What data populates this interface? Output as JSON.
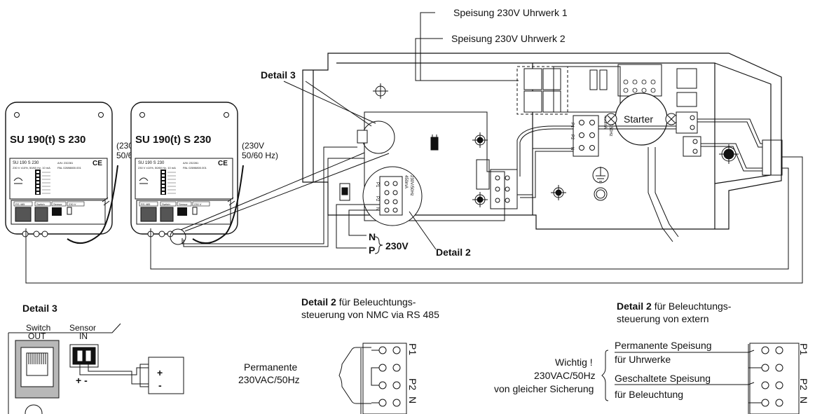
{
  "top_labels": {
    "supply_1": "Speisung 230V Uhrwerk 1",
    "supply_2": "Speisung 230V Uhrwerk 2"
  },
  "devices": [
    {
      "title": "SU 190(t) S 230",
      "plate_model": "SU 190 S 230",
      "plate_art": "A/N: 232281",
      "plate_spec": "230 V ±10%, 50/60 Hz, 10 mA",
      "plate_pal": "PAL 02698800.001",
      "ce": "CE",
      "ports": [
        "RS 485",
        "Switch",
        "Sensor",
        "230 V"
      ],
      "supply": [
        "(230V",
        "50/60 Hz)"
      ]
    },
    {
      "title": "SU 190(t) S 230",
      "plate_model": "SU 190 S 230",
      "plate_art": "A/N: 232281",
      "plate_spec": "230 V ±10%, 50/60 Hz, 10 mA",
      "plate_pal": "PAL 02698800.001",
      "ce": "CE",
      "ports": [
        "RS 485",
        "Switch",
        "Sensor",
        "230 V"
      ],
      "supply": [
        "(230V",
        "50/60 Hz)"
      ]
    }
  ],
  "callouts": {
    "detail3": "Detail 3",
    "detail2": "Detail 2",
    "n": "N",
    "p": "P",
    "v230": "230V",
    "starter": "Starter"
  },
  "panel_labels": {
    "p1": "P1",
    "p2": "P2",
    "n": "N",
    "current": "450mA",
    "voltage": "230V/50Hz"
  },
  "detail3": {
    "title": "Detail 3",
    "switch_label": [
      "Switch",
      "OUT"
    ],
    "sensor_label": [
      "Sensor",
      "IN"
    ],
    "plus": "+",
    "minus": "-",
    "polarity": "+ -"
  },
  "detail2_nmc": {
    "title_bold": "Detail 2",
    "title_rest": " für Beleuchtungs-",
    "title_line2": "steuerung von NMC via RS 485",
    "label": [
      "Permanente",
      "230VAC/50Hz"
    ],
    "p1": "P1",
    "p2": "P2",
    "n": "N"
  },
  "detail2_ext": {
    "title_bold": "Detail 2",
    "title_rest": " für Beleuchtungs-",
    "title_line2": "steuerung von extern",
    "important": [
      "Wichtig !",
      "230VAC/50Hz",
      "von gleicher Sicherung"
    ],
    "line1": [
      "Permanente Speisung",
      "für Uhrwerke"
    ],
    "line2": [
      "Geschaltete Speisung",
      "für Beleuchtung"
    ],
    "p1": "P1",
    "p2": "P2",
    "n": "N"
  }
}
